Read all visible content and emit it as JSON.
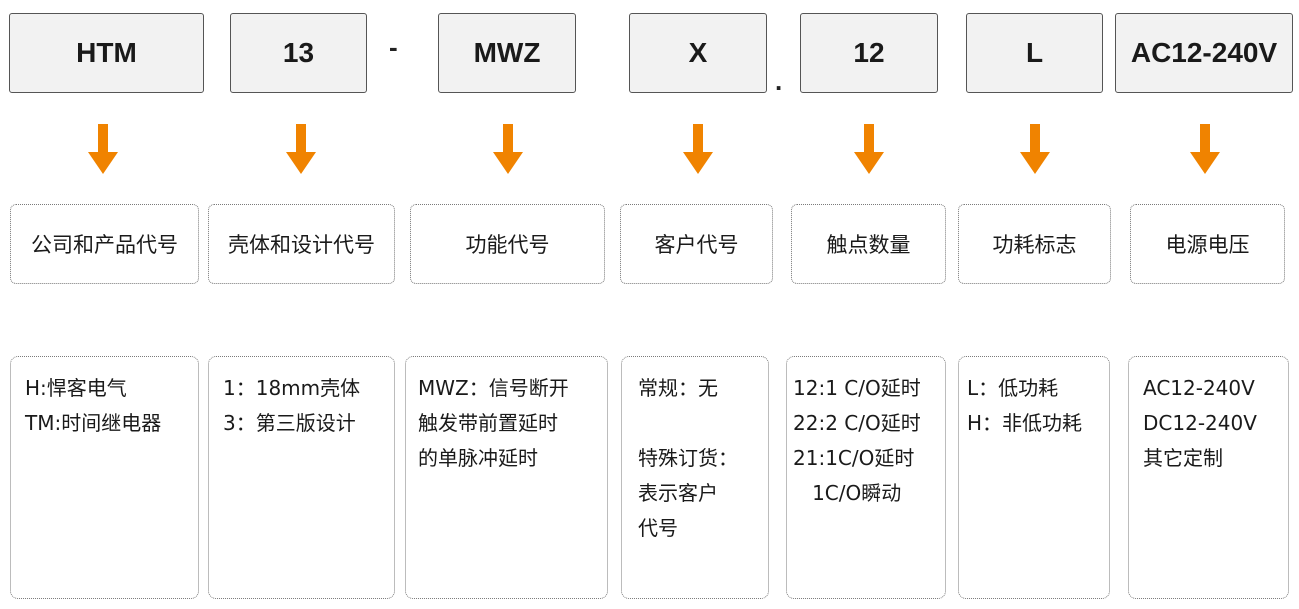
{
  "colors": {
    "arrow": "#f08300",
    "code_bg": "#f2f2f2",
    "code_border": "#555555"
  },
  "codes": [
    "HTM",
    "13",
    "MWZ",
    "X",
    "12",
    "L",
    "AC12-240V"
  ],
  "separators": [
    "-",
    "."
  ],
  "labels": [
    "公司和产品代号",
    "壳体和设计代号",
    "功能代号",
    "客户代号",
    "触点数量",
    "功耗标志",
    "电源电压"
  ],
  "descriptions": [
    [
      "H:悍客电气",
      "TM:时间继电器"
    ],
    [
      "1：18mm壳体",
      "3：第三版设计"
    ],
    [
      "MWZ：信号断开",
      "触发带前置延时",
      "的单脉冲延时"
    ],
    [
      "常规：无",
      "",
      "特殊订货：",
      "表示客户",
      "代号"
    ],
    [
      "12:1 C/O延时",
      "22:2 C/O延时",
      "21:1C/O延时",
      "   1C/O瞬动"
    ],
    [
      "L：低功耗",
      "H：非低功耗"
    ],
    [
      "AC12-240V",
      "DC12-240V",
      "其它定制"
    ]
  ]
}
